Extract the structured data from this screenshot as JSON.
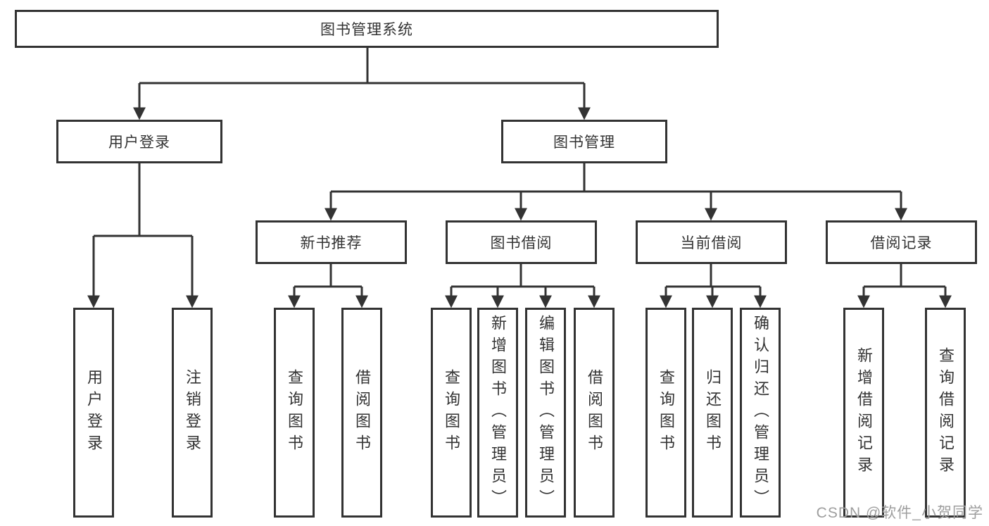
{
  "nodes": {
    "root": "图书管理系统",
    "level2": [
      "用户登录",
      "图书管理"
    ],
    "level3": [
      "新书推荐",
      "图书借阅",
      "当前借阅",
      "借阅记录"
    ],
    "leaves": [
      "用户登录",
      "注销登录",
      "查询图书",
      "借阅图书",
      "查询图书",
      "新增图书（管理员）",
      "编辑图书（管理员）",
      "借阅图书",
      "查询图书",
      "归还图书",
      "确认归还（管理员）",
      "新增借阅记录",
      "查询借阅记录"
    ]
  },
  "watermark": "CSDN @软件_小贺同学",
  "colors": {
    "line": "#333333",
    "border": "#333333",
    "text": "#333333",
    "watermark": "#9e9e9e",
    "background": "#ffffff"
  }
}
